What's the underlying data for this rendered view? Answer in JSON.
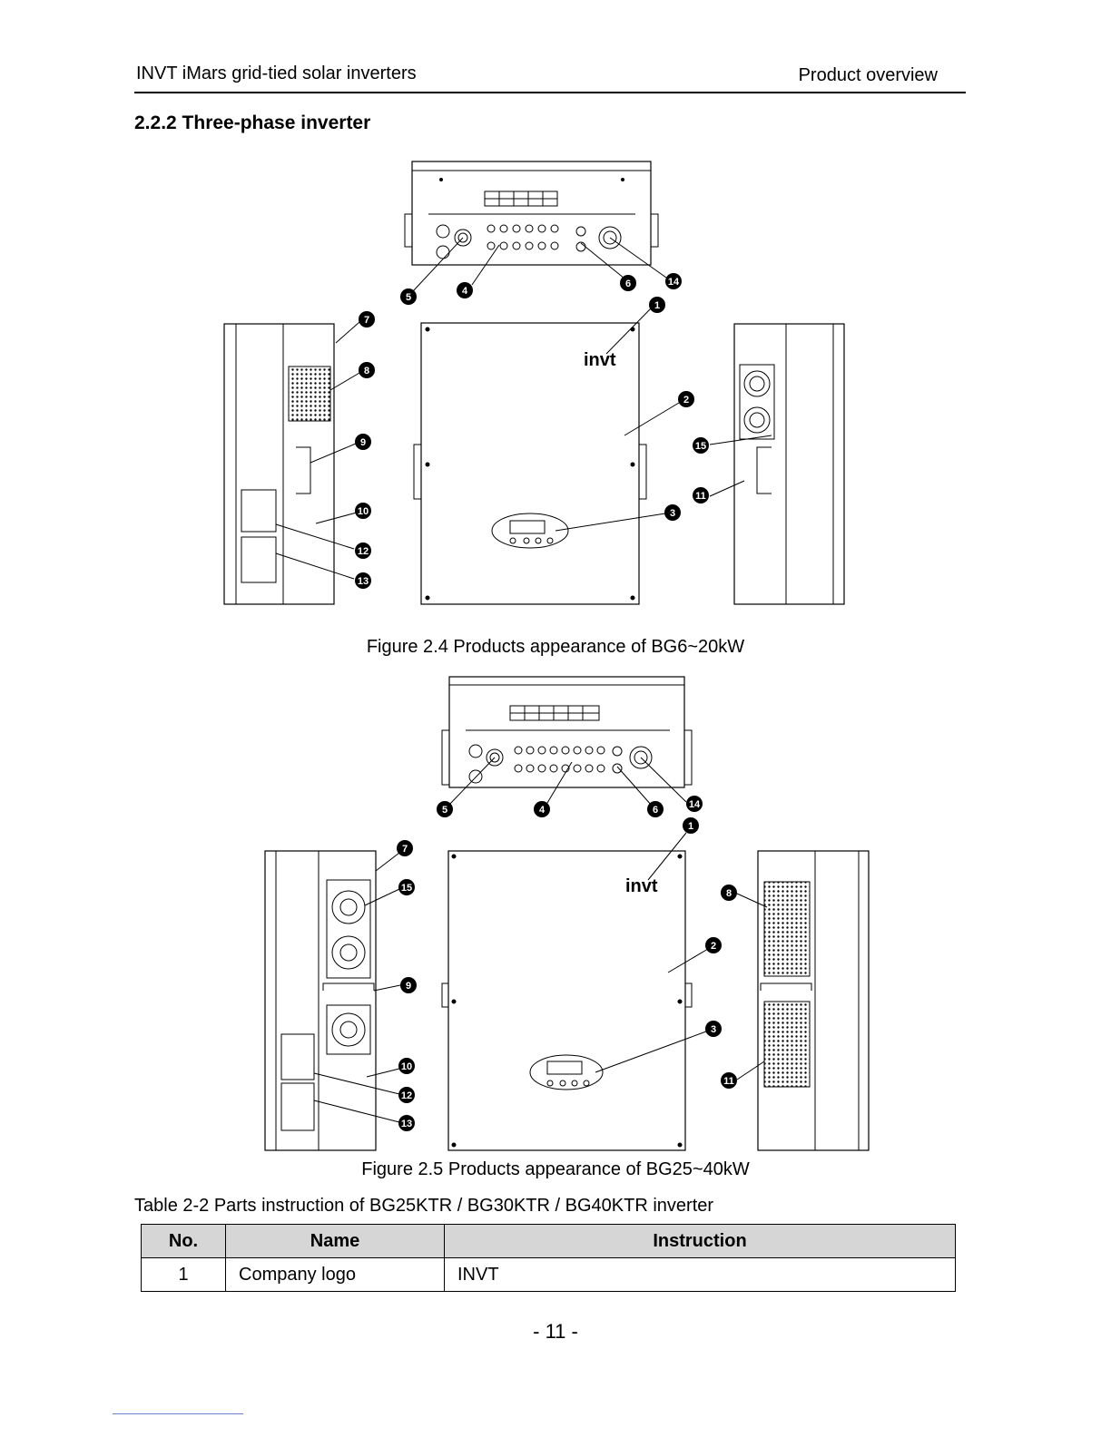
{
  "header": {
    "left": "INVT iMars  grid-tied solar inverters",
    "right": "Product overview"
  },
  "section_title": "2.2.2 Three-phase inverter",
  "figure1": {
    "caption": "Figure 2.4 Products appearance of  BG6~20kW",
    "logo_text": "invt",
    "callouts": [
      "5",
      "4",
      "6",
      "14",
      "1",
      "7",
      "8",
      "9",
      "10",
      "12",
      "13",
      "2",
      "15",
      "11",
      "3"
    ]
  },
  "figure2": {
    "caption": "Figure 2.5 Products appearance of BG25~40kW",
    "logo_text": "invt",
    "callouts": [
      "5",
      "4",
      "6",
      "14",
      "1",
      "7",
      "15",
      "9",
      "10",
      "12",
      "13",
      "2",
      "3",
      "8",
      "11"
    ]
  },
  "table": {
    "caption": "Table 2-2 Parts instruction of  BG25KTR / BG30KTR / BG40KTR inverter",
    "headers": [
      "No.",
      "Name",
      "Instruction"
    ],
    "rows": [
      [
        "1",
        "Company logo",
        "INVT"
      ]
    ]
  },
  "page_number": "- 11 -"
}
